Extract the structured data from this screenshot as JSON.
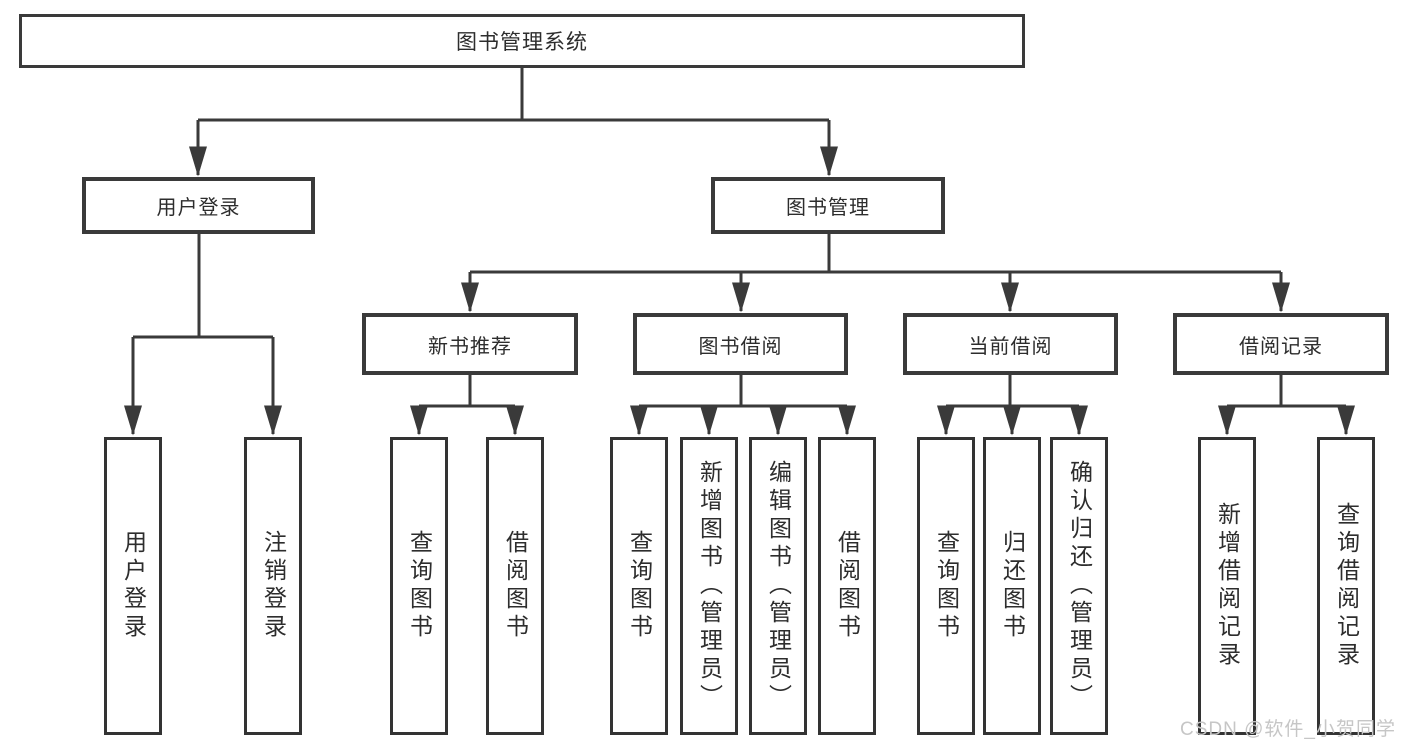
{
  "title": {
    "label": "图书管理系统"
  },
  "branches": {
    "user_login": {
      "label": "用户登录",
      "children": [
        "用户登录",
        "注销登录"
      ]
    },
    "book_mgmt": {
      "label": "图书管理"
    },
    "new_book": {
      "label": "新书推荐",
      "children": [
        "查询图书",
        "借阅图书"
      ]
    },
    "book_borrow": {
      "label": "图书借阅",
      "children": [
        "查询图书",
        "新增图书（管理员）",
        "编辑图书（管理员）",
        "借阅图书"
      ]
    },
    "current_borrow": {
      "label": "当前借阅",
      "children": [
        "查询图书",
        "归还图书",
        "确认归还（管理员）"
      ]
    },
    "borrow_record": {
      "label": "借阅记录",
      "children": [
        "新增借阅记录",
        "查询借阅记录"
      ]
    }
  },
  "watermark": {
    "text": "CSDN @软件_小贺同学"
  },
  "colors": {
    "line": "#3a3a3a",
    "box_border": "#3a3a3a",
    "text": "#2d2d2d",
    "watermark": "#c6c6c6",
    "background": "#ffffff"
  }
}
